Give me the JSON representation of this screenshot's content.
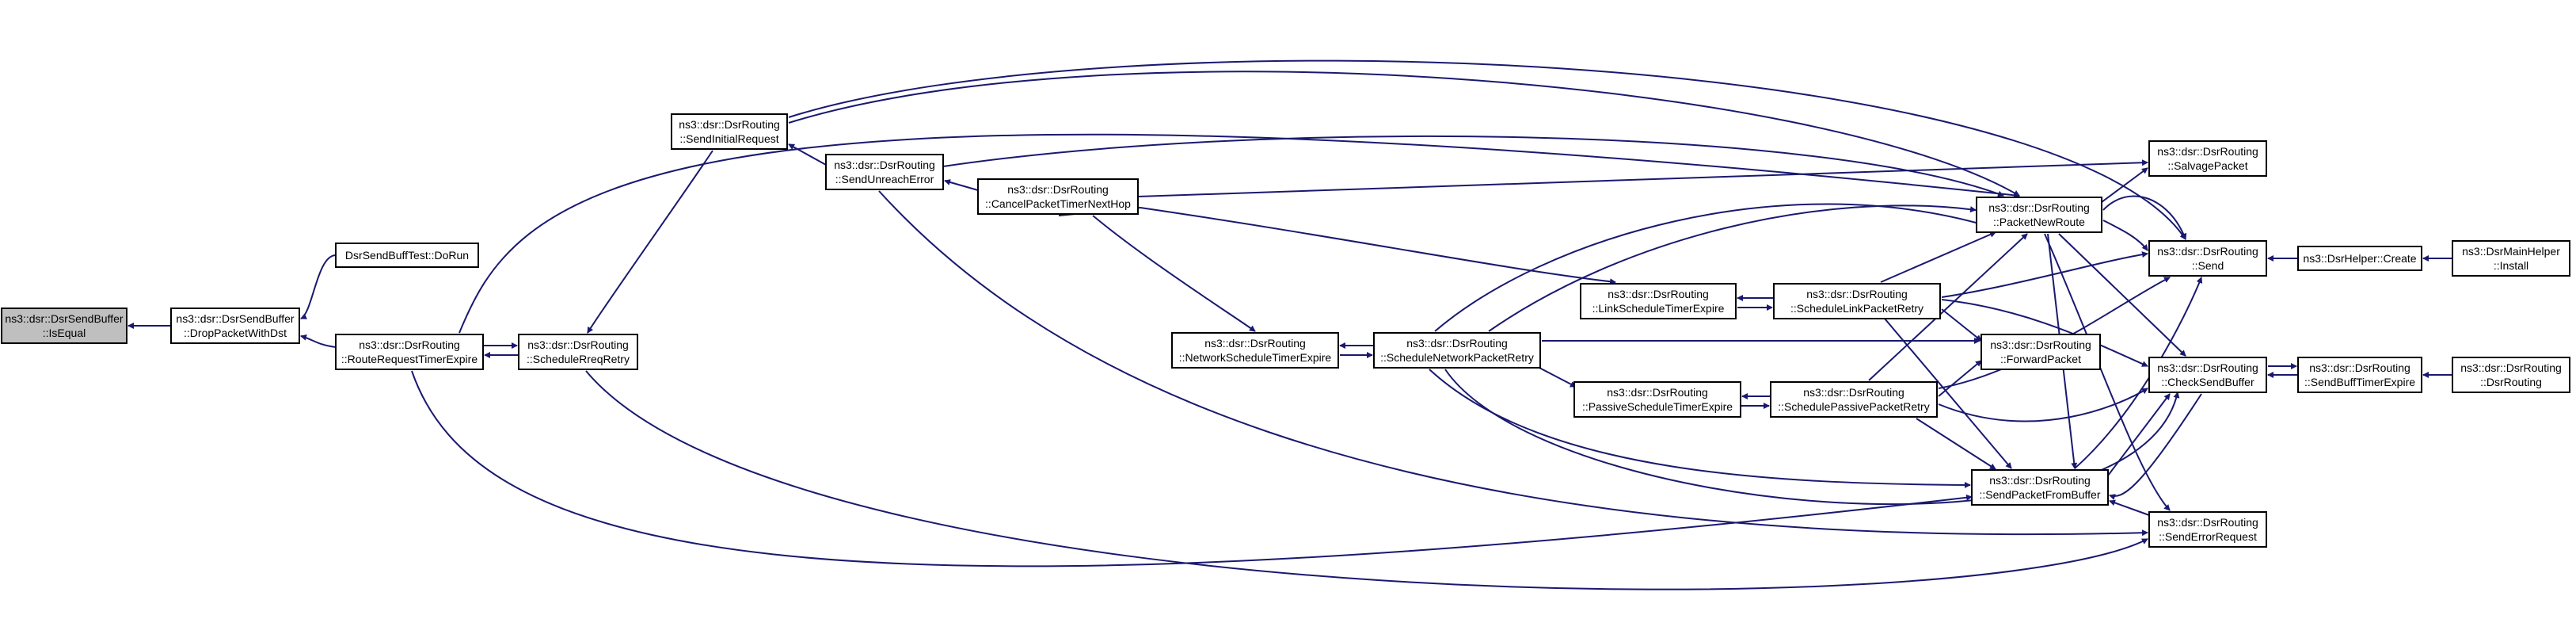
{
  "graph": {
    "edge_color": "#191970",
    "root_fill": "#bfbfbf",
    "nodes": {
      "isequal": [
        "ns3::dsr::DsrSendBuffer",
        "::IsEqual"
      ],
      "dropPacket": [
        "ns3::dsr::DsrSendBuffer",
        "::DropPacketWithDst"
      ],
      "doRun": [
        "DsrSendBuffTest::DoRun"
      ],
      "rreqTimer": [
        "ns3::dsr::DsrRouting",
        "::RouteRequestTimerExpire"
      ],
      "schedRreq": [
        "ns3::dsr::DsrRouting",
        "::ScheduleRreqRetry"
      ],
      "sendInit": [
        "ns3::dsr::DsrRouting",
        "::SendInitialRequest"
      ],
      "sendUnreach": [
        "ns3::dsr::DsrRouting",
        "::SendUnreachError"
      ],
      "cancelTimer": [
        "ns3::dsr::DsrRouting",
        "::CancelPacketTimerNextHop"
      ],
      "netSchedTimer": [
        "ns3::dsr::DsrRouting",
        "::NetworkScheduleTimerExpire"
      ],
      "schedNetRetry": [
        "ns3::dsr::DsrRouting",
        "::ScheduleNetworkPacketRetry"
      ],
      "linkSchedTimer": [
        "ns3::dsr::DsrRouting",
        "::LinkScheduleTimerExpire"
      ],
      "schedLinkRetry": [
        "ns3::dsr::DsrRouting",
        "::ScheduleLinkPacketRetry"
      ],
      "passSchedTimer": [
        "ns3::dsr::DsrRouting",
        "::PassiveScheduleTimerExpire"
      ],
      "schedPassRetry": [
        "ns3::dsr::DsrRouting",
        "::SchedulePassivePacketRetry"
      ],
      "packetNewRoute": [
        "ns3::dsr::DsrRouting",
        "::PacketNewRoute"
      ],
      "forwardPacket": [
        "ns3::dsr::DsrRouting",
        "::ForwardPacket"
      ],
      "sendFromBuf": [
        "ns3::dsr::DsrRouting",
        "::SendPacketFromBuffer"
      ],
      "salvage": [
        "ns3::dsr::DsrRouting",
        "::SalvagePacket"
      ],
      "send": [
        "ns3::dsr::DsrRouting",
        "::Send"
      ],
      "checkSendBuf": [
        "ns3::dsr::DsrRouting",
        "::CheckSendBuffer"
      ],
      "sendErrReq": [
        "ns3::dsr::DsrRouting",
        "::SendErrorRequest"
      ],
      "helperCreate": [
        "ns3::DsrHelper::Create"
      ],
      "mainHelper": [
        "ns3::DsrMainHelper",
        "::Install"
      ],
      "sendBuffTimer": [
        "ns3::dsr::DsrRouting",
        "::SendBuffTimerExpire"
      ],
      "dsrRouting": [
        "ns3::dsr::DsrRouting",
        "::DsrRouting"
      ]
    }
  }
}
